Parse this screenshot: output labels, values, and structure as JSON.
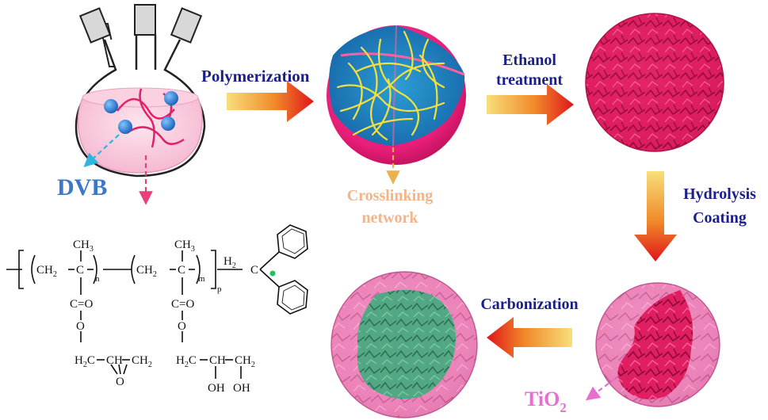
{
  "labels": {
    "polymerization": "Polymerization",
    "ethanol_1": "Ethanol",
    "ethanol_2": "treatment",
    "hydrolysis_1": "Hydrolysis",
    "hydrolysis_2": "Coating",
    "carbonization": "Carbonization",
    "crosslinking_1": "Crosslinking",
    "crosslinking_2": "network",
    "dvb": "DVB",
    "tio2_main": "TiO",
    "tio2_sub": "2"
  },
  "chem": {
    "ch3_a": "CH3",
    "ch3_b": "CH3",
    "ch2_a": "CH2",
    "ch2_b": "CH2",
    "ch2_c": "H2",
    "n": "n",
    "m": "m",
    "p": "p",
    "co_a": "C=O",
    "co_b": "C=O",
    "o_a": "O",
    "o_b": "O",
    "h2c_a": "H2C",
    "ch_a": "CH",
    "ch2_d": "CH2",
    "o_epox": "O",
    "h2c_b": "H2C",
    "ch_b": "CH",
    "ch2_e": "CH2",
    "oh_a": "OH",
    "oh_b": "OH",
    "c_a": "C",
    "c_b": "C",
    "c_c": "C"
  },
  "colors": {
    "navy": "#1b1f8a",
    "blue_dvb": "#3b78c9",
    "peach": "#f3b48a",
    "tio2": "#e86fcf",
    "magenta": "#e0226a",
    "pink_shell": "#f08ab8",
    "green_core": "#4fa882",
    "arrow_red": "#e01a1a",
    "arrow_yellow": "#f7d36b"
  }
}
